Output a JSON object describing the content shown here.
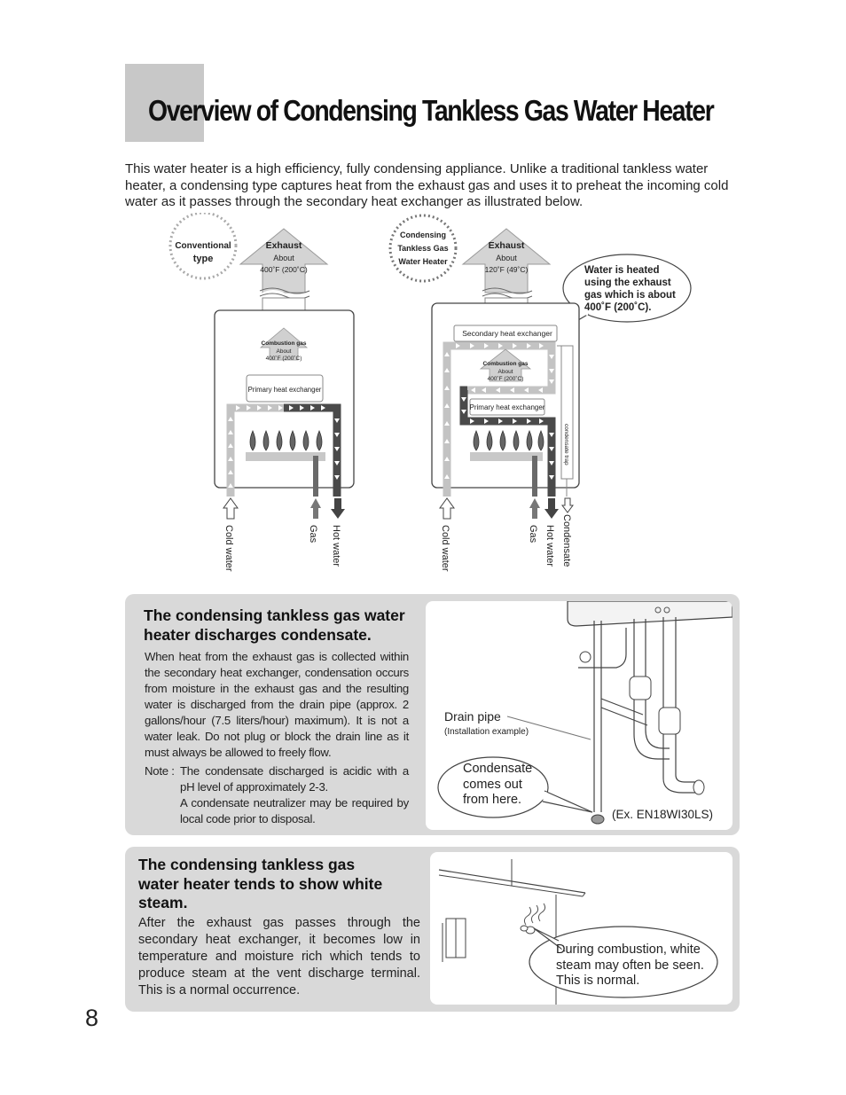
{
  "page": {
    "title": "Overview of Condensing Tankless Gas Water Heater",
    "intro": "This water heater is a high efficiency, fully condensing appliance. Unlike a traditional tankless water heater, a condensing type captures heat from the exhaust gas and uses it to preheat the incoming cold water as it passes through the secondary heat exchanger as illustrated below.",
    "page_number": "8"
  },
  "diagram": {
    "conventional": {
      "badge_line1": "Conventional",
      "badge_line2": "type",
      "exhaust_title": "Exhaust",
      "exhaust_about": "About",
      "exhaust_temp": "400˚F (200˚C)",
      "combustion_title": "Combustion gas",
      "combustion_about": "About",
      "combustion_temp": "400˚F (200˚C)",
      "primary_hx": "Primary heat exchanger",
      "label_cold": "Cold water",
      "label_gas": "Gas",
      "label_hot": "Hot water"
    },
    "condensing": {
      "badge_line1": "Condensing",
      "badge_line2": "Tankless Gas",
      "badge_line3": "Water Heater",
      "exhaust_title": "Exhaust",
      "exhaust_about": "About",
      "exhaust_temp": "120˚F (49˚C)",
      "callout_line1": "Water is heated",
      "callout_line2": "using the exhaust",
      "callout_line3": "gas which is about",
      "callout_line4": "400˚F (200˚C).",
      "secondary_hx": "Secondary heat exchanger",
      "combustion_title": "Combustion gas",
      "combustion_about": "About",
      "combustion_temp": "400˚F (200˚C)",
      "primary_hx": "Primary heat exchanger",
      "condensate_trap": "condensate trap",
      "label_cold": "Cold water",
      "label_gas": "Gas",
      "label_hot": "Hot water",
      "label_condensate": "Condensate"
    }
  },
  "condensate_section": {
    "heading": "The condensing tankless gas water heater discharges condensate.",
    "body": "When heat from the exhaust gas is collected within the secondary heat exchanger, condensation occurs from moisture in the exhaust gas and the resulting water is discharged from the drain pipe (approx. 2 gallons/hour (7.5 liters/hour) maximum). It is not a water leak. Do not plug or block the drain line as it must always be allowed to freely flow.",
    "note_label": "Note :",
    "note_line1": "The condensate discharged is acidic with a pH level of approximately 2-3.",
    "note_line2": "A condensate neutralizer may be required by local code prior to disposal.",
    "drain_pipe_label": "Drain pipe",
    "drain_pipe_sub": "(Installation example)",
    "bubble_line1": "Condensate",
    "bubble_line2": "comes out",
    "bubble_line3": "from here.",
    "model_example": "(Ex. EN18WI30LS)"
  },
  "steam_section": {
    "heading": "The condensing tankless gas water heater tends to show white steam.",
    "body": "After the exhaust gas passes through the secondary heat exchanger, it becomes low in temperature and moisture rich which tends to produce steam at the vent discharge terminal. This is a normal occurrence.",
    "bubble_line1": "During combustion, white",
    "bubble_line2": "steam may often be seen.",
    "bubble_line3": "This is normal."
  },
  "colors": {
    "panel_bg": "#d9d9d9",
    "title_block": "#c8c8c8",
    "hot_pipe": "#555555",
    "cold_pipe": "#bdbdbd"
  }
}
